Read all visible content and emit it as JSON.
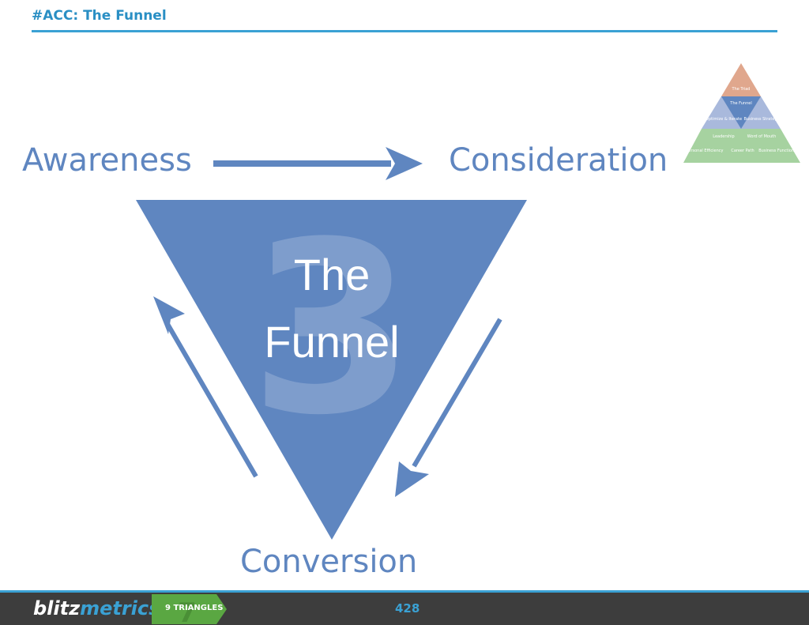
{
  "header": {
    "title": "#ACC: The Funnel"
  },
  "diagram": {
    "stages": {
      "top_left": "Awareness",
      "top_right": "Consideration",
      "bottom": "Conversion"
    },
    "center_line1": "The",
    "center_line2": "Funnel",
    "watermark_number": "3",
    "colors": {
      "funnel": "#5f86c0",
      "label": "#5f86c0",
      "arrow": "#5f86c0",
      "watermark": "#7e9dcc"
    }
  },
  "mini_pyramid": {
    "cells": [
      "The Triad",
      "The Funnel",
      "Optimize & Iterate",
      "Business Strategy",
      "Leadership",
      "Word of Mouth",
      "Personal Efficiency",
      "Career Path",
      "Business Functions"
    ],
    "colors": {
      "top": "#e0a78d",
      "middle": "#a9b9dc",
      "center": "#5f86c0",
      "bottom": "#a6d2a0"
    }
  },
  "footer": {
    "logo_part1": "blitz",
    "logo_part2": "metrics",
    "badge_label": "9 TRIANGLES",
    "badge_number": "7",
    "page_number": "428",
    "colors": {
      "bar": "#3d3d3d",
      "accent": "#3aa1d4",
      "badge": "#5aa742"
    }
  }
}
